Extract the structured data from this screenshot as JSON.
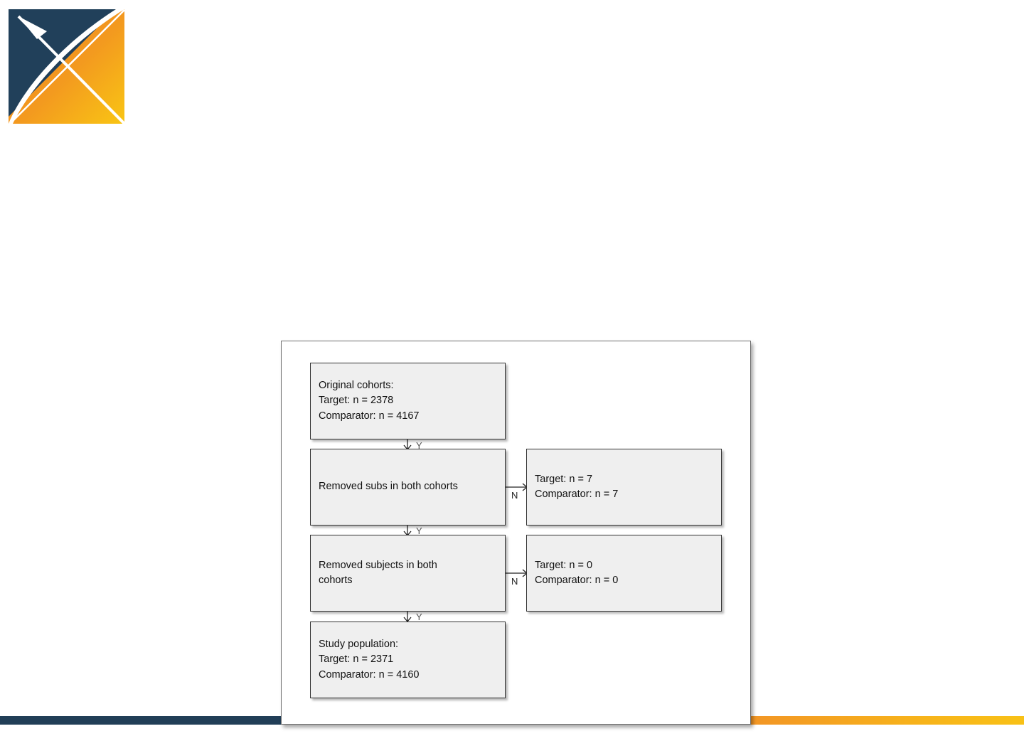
{
  "logo": {
    "icon": "ohdsi-logo-icon",
    "colors": {
      "navy": "#21405a",
      "orange": "#f0871f",
      "yellow": "#f8c116"
    }
  },
  "diagram": {
    "boxes": {
      "original": {
        "lines": [
          "Original cohorts:",
          "Target: n = 2378",
          "Comparator: n = 4167"
        ]
      },
      "removed_subs": {
        "lines": [
          "Removed subs in both cohorts"
        ]
      },
      "removed_subs_excluded": {
        "lines": [
          "Target: n = 7",
          "Comparator: n = 7"
        ]
      },
      "removed_subjects": {
        "text": "Removed subjects in both cohorts"
      },
      "removed_subjects_excluded": {
        "lines": [
          "Target: n = 0",
          "Comparator: n = 0"
        ]
      },
      "study_population": {
        "lines": [
          "Study population:",
          "Target: n = 2371",
          "Comparator: n = 4160"
        ]
      }
    },
    "yes_label": "Y",
    "no_label": "N"
  },
  "footer": {
    "colors": {
      "navy": "#213e57",
      "orange": "#f29426",
      "yellow": "#f8c116"
    }
  }
}
